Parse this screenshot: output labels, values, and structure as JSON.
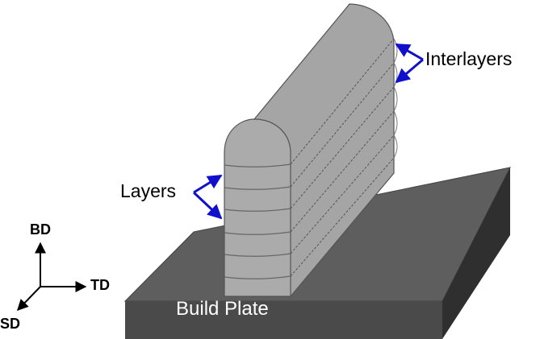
{
  "labels": {
    "interlayers": "Interlayers",
    "layers": "Layers",
    "build_plate": "Build Plate"
  },
  "axes": {
    "bd": "BD",
    "td": "TD",
    "sd": "SD"
  },
  "colors": {
    "plate_top": "#5e5e5e",
    "plate_front": "#4a4a4a",
    "plate_side": "#2f2f2f",
    "wall_face": "#a9a9a9",
    "wall_side": "#9b9b9b",
    "arrow": "#1010cc"
  }
}
